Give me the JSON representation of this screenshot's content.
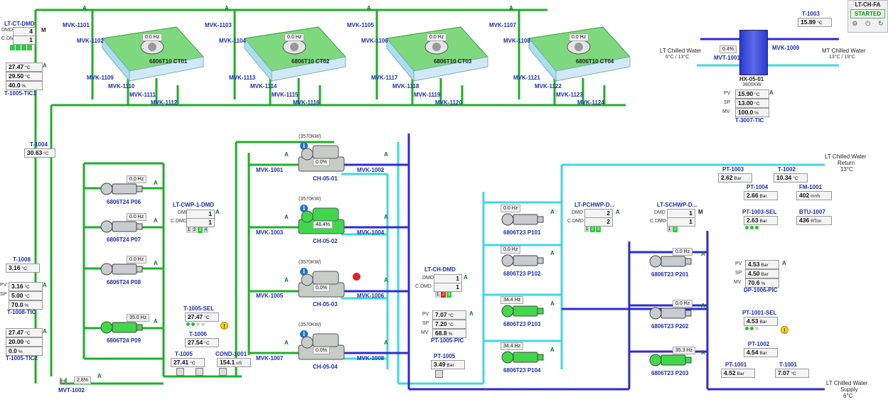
{
  "window": {
    "title": "LT-CH-FA",
    "status": "STARTED"
  },
  "tower_dmd": {
    "title": "LT-CT-DMD",
    "dmd_label": "DMD",
    "dmd": "4",
    "cdmd_label": "C.DMD",
    "cdmd": "1",
    "m": "M"
  },
  "tic1": {
    "pv": "27.47",
    "sp": "29.50",
    "mv": "40.0",
    "tag": "T-1005-TIC1"
  },
  "t1004": {
    "tag": "T-1004",
    "value": "30.63"
  },
  "t1008": {
    "tag": "T-1008",
    "value": "3.16"
  },
  "tic": {
    "pv": "3.16",
    "sp": "5.00",
    "mv": "70.0",
    "tag": "T-1008-TIC"
  },
  "tic2": {
    "pv": "27.47",
    "sp": "20.00",
    "mv": "0.0",
    "tag": "T-1005-TIC2"
  },
  "mvt1002": {
    "tag": "MVT-1002",
    "value": "2.8"
  },
  "towers": [
    {
      "tag": "6806T10 CT01",
      "hz": "0.0 Hz",
      "v1": "MVK-1101",
      "v2": "MVK-1102",
      "v3": "MVK-1109",
      "v4": "MVK-1110",
      "v5": "MVK-1111",
      "v6": "MVK-1112"
    },
    {
      "tag": "6806T10 CT02",
      "hz": "0.0 Hz",
      "v1": "MVK-1103",
      "v2": "MVK-1104",
      "v3": "MVK-1113",
      "v4": "MVK-1114",
      "v5": "MVK-1115",
      "v6": "MVK-1116"
    },
    {
      "tag": "6806T10 CT03",
      "hz": "0.0 Hz",
      "v1": "MVK-1105",
      "v2": "MVK-1106",
      "v3": "MVK-1117",
      "v4": "MVK-1118",
      "v5": "MVK-1119",
      "v6": "MVK-1120"
    },
    {
      "tag": "6806T10 CT04",
      "hz": "0.0 Hz",
      "v1": "MVK-1107",
      "v2": "MVK-1108",
      "v3": "MVK-1121",
      "v4": "MVK-1122",
      "v5": "MVK-1123",
      "v6": "MVK-1124"
    }
  ],
  "cw_pumps": [
    {
      "tag": "6806T24 P06",
      "hz": "0.0 Hz"
    },
    {
      "tag": "6806T24 P07",
      "hz": "0.0 Hz"
    },
    {
      "tag": "6806T24 P08",
      "hz": "0.0 Hz"
    },
    {
      "tag": "6806T24 P09",
      "hz": "35.0 Hz"
    }
  ],
  "cwp_dmd": {
    "title": "LT-CWP-1-DMD",
    "dmd_label": "DMD",
    "dmd": "1",
    "cdmd_label": "C.DMD",
    "cdmd": "1",
    "c1": "1",
    "c2": "2",
    "c3": "3",
    "c4": "4"
  },
  "t1005sel": {
    "tag": "T-1005-SEL",
    "value": "27.47"
  },
  "t1006": {
    "tag": "T-1006",
    "value": "27.54"
  },
  "t1005": {
    "tag": "T-1005",
    "value": "27.41"
  },
  "cond1001": {
    "tag": "COND-1001",
    "value": "154.1",
    "unit": "uS"
  },
  "chillers": [
    {
      "tag": "CH-05-01",
      "cap": "(3570KW)",
      "pct": "0.0",
      "vin": "MVK-1001",
      "vout": "MVK-1002"
    },
    {
      "tag": "CH-05-02",
      "cap": "(3570KW)",
      "pct": "48.4",
      "vin": "MVK-1003",
      "vout": "MVK-1004"
    },
    {
      "tag": "CH-05-03",
      "cap": "(3570KW)",
      "pct": "0.0",
      "vin": "MVK-1005",
      "vout": "MVK-1006"
    },
    {
      "tag": "CH-05-04",
      "cap": "(3570KW)",
      "pct": "0.0",
      "vin": "MVK-1007",
      "vout": "MVK-1008"
    }
  ],
  "ch_dmd": {
    "title": "LT-CH-DMD",
    "dmd_label": "DMD",
    "dmd": "1",
    "cdmd_label": "C.DMD",
    "cdmd": "1",
    "c1": "1",
    "c2": "2",
    "c3": "3"
  },
  "pic1005": {
    "pv": "7.07",
    "sp": "7.20",
    "mv": "68.8",
    "tag": "PT-1005-PIC"
  },
  "pt1005": {
    "tag": "PT-1005",
    "value": "3.49"
  },
  "p_pumps": [
    {
      "tag": "6806T23 P101",
      "hz": "0.0 Hz"
    },
    {
      "tag": "6806T23 P102",
      "hz": "0.0 Hz"
    },
    {
      "tag": "6806T23 P103",
      "hz": "34.4 Hz"
    },
    {
      "tag": "6806T23 P104",
      "hz": "34.4 Hz"
    }
  ],
  "pchwp_dmd": {
    "title": "LT-PCHWP-D...",
    "dmd_label": "DMD",
    "dmd": "2",
    "cdmd_label": "C.DMD",
    "cdmd": "2",
    "c1": "1",
    "c2": "2",
    "c3": "3"
  },
  "schwp_dmd": {
    "title": "LT-SCHWP-D...",
    "dmd_label": "DMD",
    "dmd": "1",
    "cdmd_label": "C.DMD",
    "cdmd": "1",
    "c1": "1",
    "c2": "2",
    "m": "M"
  },
  "s_pumps": [
    {
      "tag": "6806T23 P201",
      "hz": "0.0 Hz"
    },
    {
      "tag": "6806T23 P202",
      "hz": "0.0 Hz"
    },
    {
      "tag": "6806T23 P203",
      "hz": "35.3 Hz"
    }
  ],
  "hx": {
    "tag": "HX-05-01",
    "cap": "3800KW",
    "lt_label": "LT Chilled Water",
    "lt_temp": "6°C / 13°C",
    "mt_label": "MT Chilled Water",
    "mt_temp": "13°C / 19°C",
    "mvt": "MVT-1001",
    "mvt_value": "0.4",
    "mvk": "MVK-1009"
  },
  "t1003": {
    "tag": "T-1003",
    "value": "15.89"
  },
  "tic3007": {
    "pv": "15.90",
    "sp": "13.00",
    "mv": "100.0",
    "tag": "T-3007-TIC"
  },
  "return_label": {
    "line1": "LT Chilled Water",
    "line2": "Return",
    "line3": "13°C"
  },
  "supply_label": {
    "line1": "LT Chilled Water",
    "line2": "Supply",
    "line3": "6°C"
  },
  "pt1003": {
    "tag": "PT-1003",
    "value": "2.62"
  },
  "t1002": {
    "tag": "T-1002",
    "value": "10.34"
  },
  "pt1004": {
    "tag": "PT-1004",
    "value": "2.66"
  },
  "fm1001": {
    "tag": "FM-1001",
    "value": "402",
    "unit": "m³/h"
  },
  "pt1003sel": {
    "tag": "PT-1003-SEL",
    "value": "2.63"
  },
  "btu1007": {
    "tag": "BTU-1007",
    "value": "436",
    "unit": "RTon"
  },
  "dp1006": {
    "pv": "4.53",
    "sp": "4.50",
    "mv": "70.6",
    "tag": "DP-1006-PIC"
  },
  "pt1001sel": {
    "tag": "PT-1001-SEL",
    "value": "4.53"
  },
  "pt1002": {
    "tag": "PT-1002",
    "value": "4.54"
  },
  "pt1001": {
    "tag": "PT-1001",
    "value": "4.52"
  },
  "t1001": {
    "tag": "T-1001",
    "value": "7.07"
  },
  "units": {
    "c": "°C",
    "pct": "%",
    "bar": "Bar"
  },
  "labels": {
    "pv": "PV",
    "sp": "SP",
    "mv": "MV",
    "auto": "A",
    "alarm": "!",
    "info": "i"
  },
  "colors": {
    "condenser": "#1fae2a",
    "primary": "#41d7e0",
    "secondary": "#2d2bd0",
    "accent": "#1c2fa8"
  }
}
